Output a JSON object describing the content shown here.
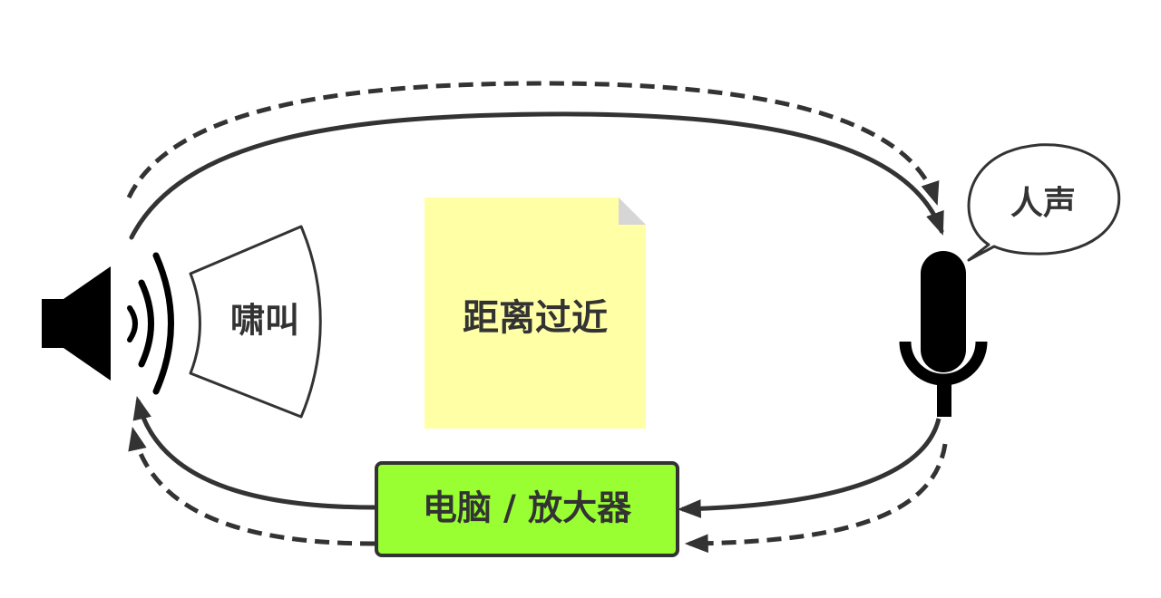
{
  "labels": {
    "howl": "啸叫",
    "too_close": "距离过近",
    "voice": "人声",
    "amplifier": "电脑 / 放大器"
  },
  "colors": {
    "note_fill": "#FFFFA6",
    "note_fold": "#D6D6D6",
    "amplifier_fill": "#99FF33",
    "line": "#333333",
    "icon": "#000000"
  },
  "icons": {
    "speaker": "speaker-icon",
    "microphone": "microphone-icon"
  }
}
